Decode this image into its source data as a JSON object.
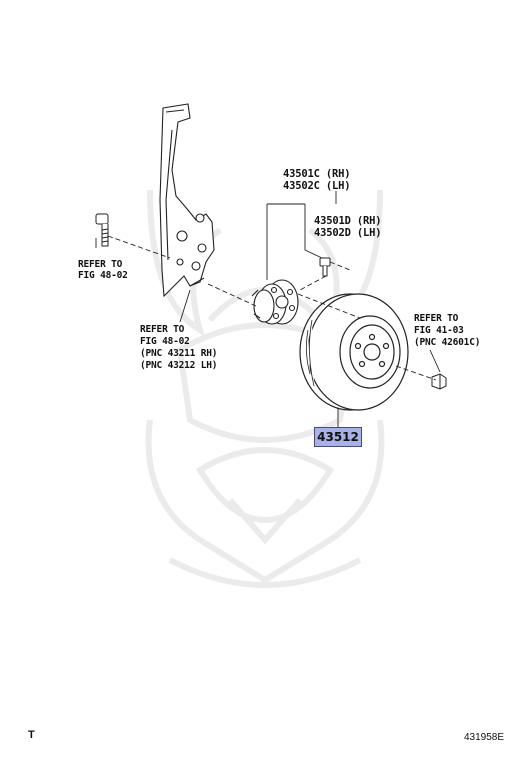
{
  "parts": {
    "hub_rh": "43501C (RH)",
    "hub_lh": "43502C (LH)",
    "bolt_rh": "43501D (RH)",
    "bolt_lh": "43502D (LH)",
    "rotor": "43512"
  },
  "refs": {
    "bolt_ref_1": "REFER TO",
    "bolt_ref_2": "FIG 48-02",
    "knuckle_ref_1": "REFER TO",
    "knuckle_ref_2": "FIG 48-02",
    "knuckle_ref_3": "(PNC 43211 RH)",
    "knuckle_ref_4": "(PNC 43212 LH)",
    "nut_ref_1": "REFER TO",
    "nut_ref_2": "FIG 41-03",
    "nut_ref_3": "(PNC 42601C)"
  },
  "footer": {
    "left_mark": "T",
    "diagram_id": "431958E"
  },
  "colors": {
    "highlight": "#a9b2e6",
    "watermark": "#ececec",
    "line": "#222222"
  }
}
